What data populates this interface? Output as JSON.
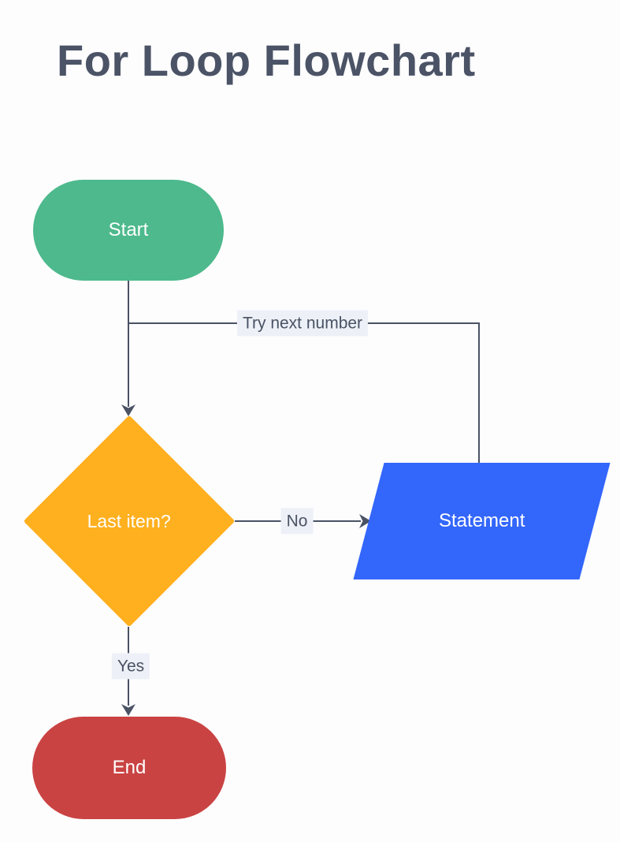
{
  "title": "For Loop Flowchart",
  "nodes": {
    "start": {
      "label": "Start",
      "shape": "stadium",
      "fill": "#4DB98C"
    },
    "decision": {
      "label": "Last item?",
      "shape": "diamond",
      "fill": "#FFB01F"
    },
    "process": {
      "label": "Statement",
      "shape": "parallelogram",
      "fill": "#3366FB"
    },
    "end": {
      "label": "End",
      "shape": "stadium",
      "fill": "#CA4343"
    }
  },
  "edges": {
    "start_to_decision": {
      "label": ""
    },
    "loop_back": {
      "label": "Try next number"
    },
    "decision_to_process": {
      "label": "No"
    },
    "decision_to_end": {
      "label": "Yes"
    }
  },
  "colors": {
    "background": "#FDFDFE",
    "title_text": "#4B5366",
    "connector": "#4A5264",
    "edge_label_bg": "#EDF1F7",
    "edge_label_text": "#4A5264",
    "node_text": "#FFFFFF"
  }
}
